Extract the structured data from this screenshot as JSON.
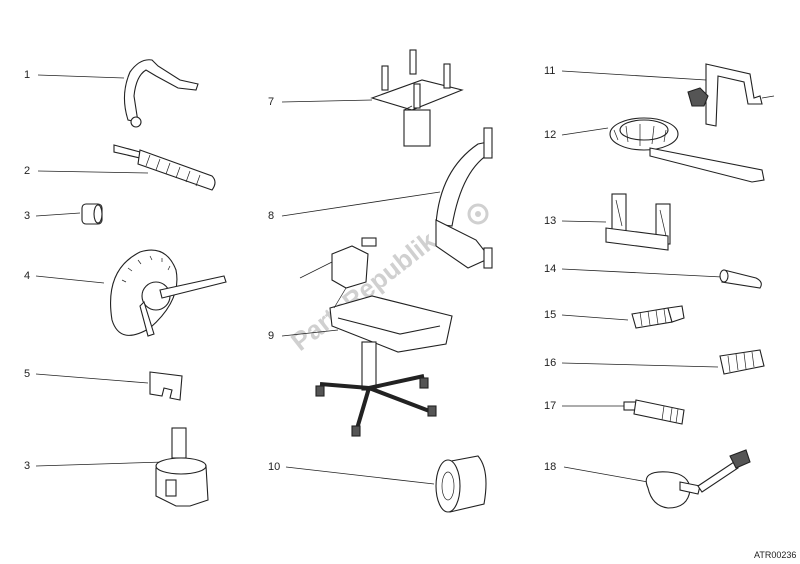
{
  "diagram": {
    "reference_code": "ATR00236",
    "watermark": "PartsRepublik",
    "callouts": [
      {
        "id": "1",
        "label": "1"
      },
      {
        "id": "2",
        "label": "2"
      },
      {
        "id": "3a",
        "label": "3"
      },
      {
        "id": "4",
        "label": "4"
      },
      {
        "id": "5",
        "label": "5"
      },
      {
        "id": "3b",
        "label": "3"
      },
      {
        "id": "7",
        "label": "7"
      },
      {
        "id": "8",
        "label": "8"
      },
      {
        "id": "9",
        "label": "9"
      },
      {
        "id": "10",
        "label": "10"
      },
      {
        "id": "11",
        "label": "11"
      },
      {
        "id": "12",
        "label": "12"
      },
      {
        "id": "13",
        "label": "13"
      },
      {
        "id": "14",
        "label": "14"
      },
      {
        "id": "15",
        "label": "15"
      },
      {
        "id": "16",
        "label": "16"
      },
      {
        "id": "17",
        "label": "17"
      },
      {
        "id": "18",
        "label": "18"
      }
    ]
  }
}
